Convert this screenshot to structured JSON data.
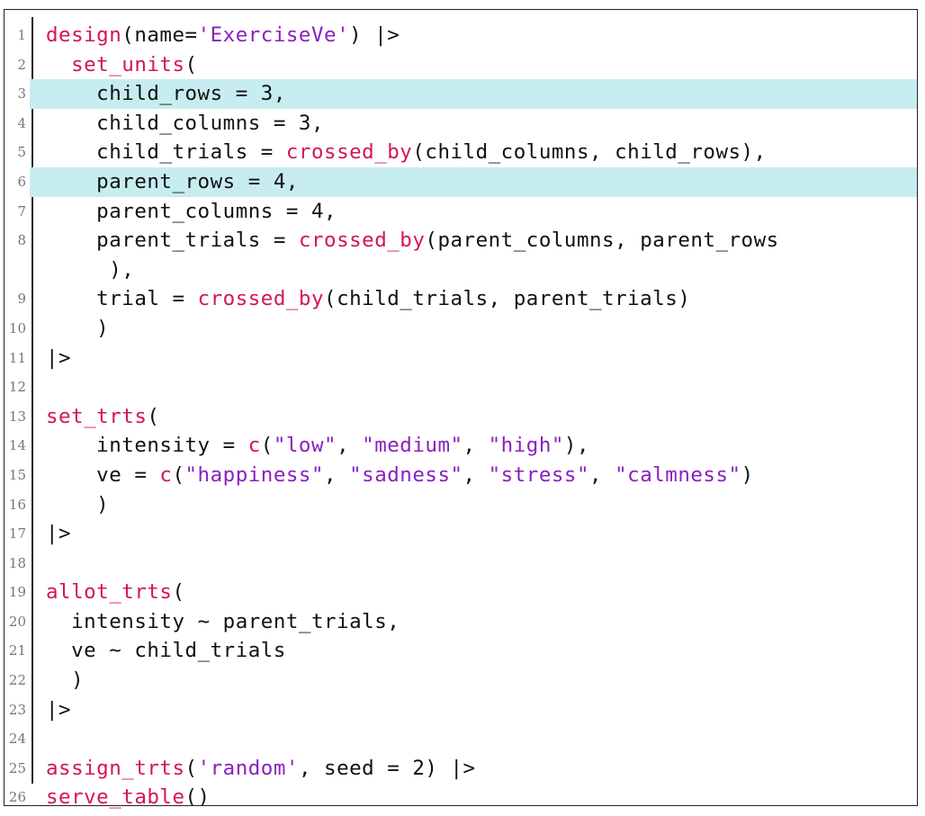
{
  "code": {
    "lines": [
      {
        "n": "1",
        "highlight": false,
        "tokens": [
          {
            "t": "design",
            "c": "k"
          },
          {
            "t": "(name=",
            "c": ""
          },
          {
            "t": "'ExerciseVe'",
            "c": "s"
          },
          {
            "t": ") |>",
            "c": ""
          }
        ]
      },
      {
        "n": "2",
        "highlight": false,
        "tokens": [
          {
            "t": "  ",
            "c": ""
          },
          {
            "t": "set_units",
            "c": "k"
          },
          {
            "t": "(",
            "c": ""
          }
        ]
      },
      {
        "n": "3",
        "highlight": true,
        "tokens": [
          {
            "t": "    child_rows = 3,",
            "c": ""
          }
        ]
      },
      {
        "n": "4",
        "highlight": false,
        "tokens": [
          {
            "t": "    child_columns = 3,",
            "c": ""
          }
        ]
      },
      {
        "n": "5",
        "highlight": false,
        "tokens": [
          {
            "t": "    child_trials = ",
            "c": ""
          },
          {
            "t": "crossed_by",
            "c": "k"
          },
          {
            "t": "(child_columns, child_rows),",
            "c": ""
          }
        ]
      },
      {
        "n": "6",
        "highlight": true,
        "tokens": [
          {
            "t": "    parent_rows = 4,",
            "c": ""
          }
        ]
      },
      {
        "n": "7",
        "highlight": false,
        "tokens": [
          {
            "t": "    parent_columns = 4,",
            "c": ""
          }
        ]
      },
      {
        "n": "8",
        "highlight": false,
        "wrap": true,
        "tokens": [
          {
            "t": "    parent_trials = ",
            "c": ""
          },
          {
            "t": "crossed_by",
            "c": "k"
          },
          {
            "t": "(parent_columns, parent_rows\n     ),",
            "c": ""
          }
        ]
      },
      {
        "n": "9",
        "highlight": false,
        "tokens": [
          {
            "t": "    trial = ",
            "c": ""
          },
          {
            "t": "crossed_by",
            "c": "k"
          },
          {
            "t": "(child_trials, parent_trials)",
            "c": ""
          }
        ]
      },
      {
        "n": "10",
        "highlight": false,
        "tokens": [
          {
            "t": "    )",
            "c": ""
          }
        ]
      },
      {
        "n": "11",
        "highlight": false,
        "tokens": [
          {
            "t": "|>",
            "c": ""
          }
        ]
      },
      {
        "n": "12",
        "highlight": false,
        "tokens": []
      },
      {
        "n": "13",
        "highlight": false,
        "tokens": [
          {
            "t": "set_trts",
            "c": "k"
          },
          {
            "t": "(",
            "c": ""
          }
        ]
      },
      {
        "n": "14",
        "highlight": false,
        "tokens": [
          {
            "t": "    intensity = ",
            "c": ""
          },
          {
            "t": "c",
            "c": "k"
          },
          {
            "t": "(",
            "c": ""
          },
          {
            "t": "\"low\"",
            "c": "s"
          },
          {
            "t": ", ",
            "c": ""
          },
          {
            "t": "\"medium\"",
            "c": "s"
          },
          {
            "t": ", ",
            "c": ""
          },
          {
            "t": "\"high\"",
            "c": "s"
          },
          {
            "t": "),",
            "c": ""
          }
        ]
      },
      {
        "n": "15",
        "highlight": false,
        "tokens": [
          {
            "t": "    ve = ",
            "c": ""
          },
          {
            "t": "c",
            "c": "k"
          },
          {
            "t": "(",
            "c": ""
          },
          {
            "t": "\"happiness\"",
            "c": "s"
          },
          {
            "t": ", ",
            "c": ""
          },
          {
            "t": "\"sadness\"",
            "c": "s"
          },
          {
            "t": ", ",
            "c": ""
          },
          {
            "t": "\"stress\"",
            "c": "s"
          },
          {
            "t": ", ",
            "c": ""
          },
          {
            "t": "\"calmness\"",
            "c": "s"
          },
          {
            "t": ")",
            "c": ""
          }
        ]
      },
      {
        "n": "16",
        "highlight": false,
        "tokens": [
          {
            "t": "    )",
            "c": ""
          }
        ]
      },
      {
        "n": "17",
        "highlight": false,
        "tokens": [
          {
            "t": "|>",
            "c": ""
          }
        ]
      },
      {
        "n": "18",
        "highlight": false,
        "tokens": []
      },
      {
        "n": "19",
        "highlight": false,
        "tokens": [
          {
            "t": "allot_trts",
            "c": "k"
          },
          {
            "t": "(",
            "c": ""
          }
        ]
      },
      {
        "n": "20",
        "highlight": false,
        "tokens": [
          {
            "t": "  intensity ~ parent_trials,",
            "c": ""
          }
        ]
      },
      {
        "n": "21",
        "highlight": false,
        "tokens": [
          {
            "t": "  ve ~ child_trials",
            "c": ""
          }
        ]
      },
      {
        "n": "22",
        "highlight": false,
        "tokens": [
          {
            "t": "  )",
            "c": ""
          }
        ]
      },
      {
        "n": "23",
        "highlight": false,
        "tokens": [
          {
            "t": "|>",
            "c": ""
          }
        ]
      },
      {
        "n": "24",
        "highlight": false,
        "tokens": []
      },
      {
        "n": "25",
        "highlight": false,
        "tokens": [
          {
            "t": "assign_trts",
            "c": "k"
          },
          {
            "t": "(",
            "c": ""
          },
          {
            "t": "'random'",
            "c": "s"
          },
          {
            "t": ", seed = 2) |>",
            "c": ""
          }
        ]
      },
      {
        "n": "26",
        "highlight": false,
        "tokens": [
          {
            "t": "serve_table",
            "c": "k"
          },
          {
            "t": "()",
            "c": ""
          }
        ]
      }
    ]
  },
  "colors": {
    "function": "#d4145a",
    "string": "#8a1fc0",
    "highlight": "#c7edf0"
  }
}
